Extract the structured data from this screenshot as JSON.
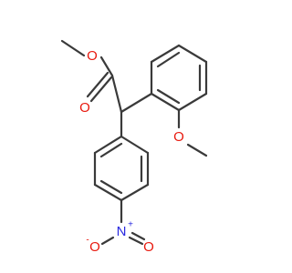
{
  "molecule": {
    "atoms": {
      "ester_o_single": "O",
      "ester_o_double": "O",
      "methoxy_o": "O",
      "nitro_n": "N",
      "nitro_n_charge": "+",
      "nitro_o_left": "O",
      "nitro_o_left_charge": "-",
      "nitro_o_right": "O"
    },
    "colors": {
      "bond": "#3a3a3a",
      "oxygen": "#e8190e",
      "nitrogen": "#2a2ae0"
    }
  }
}
